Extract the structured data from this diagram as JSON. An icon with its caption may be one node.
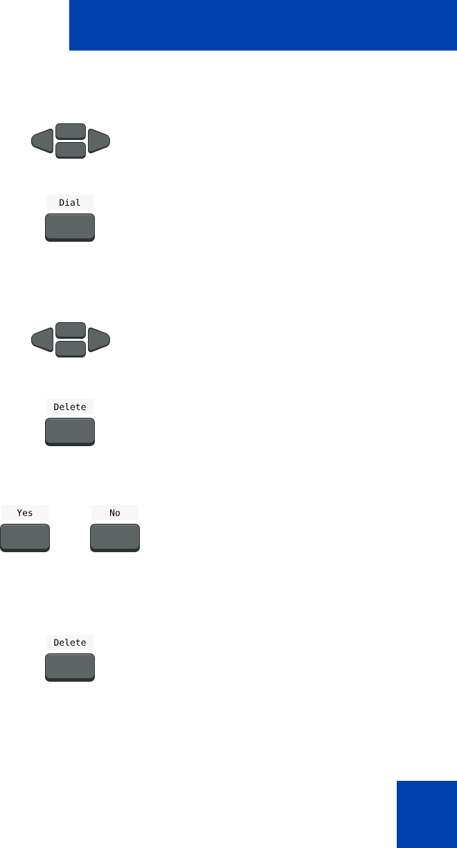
{
  "diagram": {
    "nodes": [
      {
        "text": [],
        "shape": "picture"
      },
      {
        "text": [
          "Dial"
        ]
      },
      {
        "text": [],
        "shape": "picture"
      },
      {
        "text": [
          "Delete"
        ]
      },
      {
        "text": [
          "Yes"
        ]
      },
      {
        "text": [
          "No"
        ]
      },
      {
        "text": [
          "Delete"
        ]
      }
    ]
  }
}
